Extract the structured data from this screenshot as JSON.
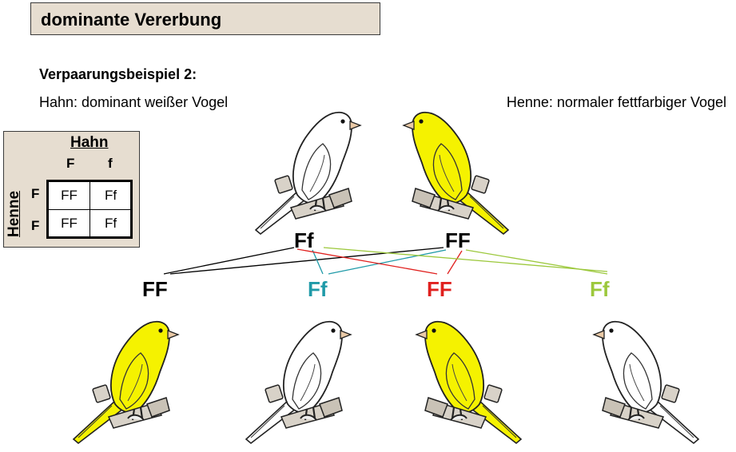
{
  "title": "dominante Vererbung",
  "subtitle": "Verpaarungsbeispiel 2:",
  "hahn_desc": "Hahn: dominant weißer Vogel",
  "henne_desc": "Henne: normaler fettfarbiger Vogel",
  "punnett": {
    "hahn_label": "Hahn",
    "henne_label": "Henne",
    "cols": [
      "F",
      "f"
    ],
    "rows": [
      "F",
      "F"
    ],
    "cells": [
      [
        "FF",
        "Ff"
      ],
      [
        "FF",
        "Ff"
      ]
    ]
  },
  "parents": {
    "hahn": {
      "genotype": "Ff",
      "color": "white"
    },
    "henne": {
      "genotype": "FF",
      "color": "yellow"
    }
  },
  "offspring": [
    {
      "genotype": "FF",
      "text_color": "#000000",
      "bird_color": "yellow"
    },
    {
      "genotype": "Ff",
      "text_color": "#1f9aa8",
      "bird_color": "white"
    },
    {
      "genotype": "FF",
      "text_color": "#e0201e",
      "bird_color": "yellow"
    },
    {
      "genotype": "Ff",
      "text_color": "#9cc83c",
      "bird_color": "white"
    }
  ],
  "colors": {
    "yellow_bird": "#f5f200",
    "white_bird": "#ffffff",
    "header_bg": "#e6ddd0",
    "line_black": "#000000",
    "line_teal": "#1f9aa8",
    "line_red": "#e0201e",
    "line_green": "#9cc83c"
  }
}
